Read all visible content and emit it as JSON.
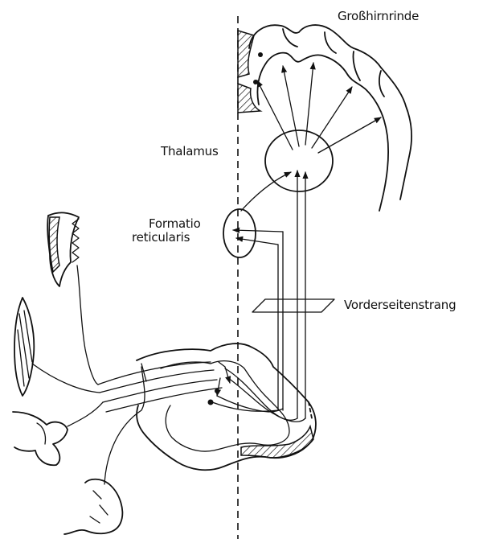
{
  "labels": {
    "cortex": "Großhirnrinde",
    "thalamus": "Thalamus",
    "formatio_line1": "Formatio",
    "formatio_line2": "reticularis",
    "anterolateral_tract": "Vorderseitenstrang"
  },
  "colors": {
    "ink": "#111111",
    "background": "#ffffff"
  }
}
